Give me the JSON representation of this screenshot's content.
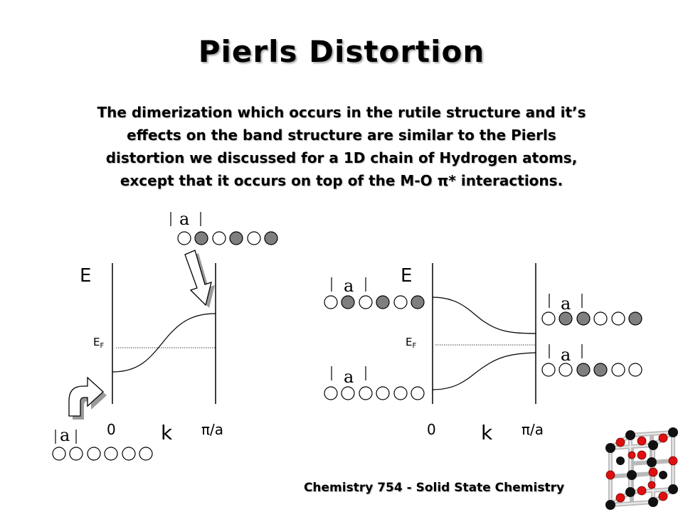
{
  "slide": {
    "title": "Pierls Distortion",
    "subtitle_lines": [
      "The dimerization which occurs in the rutile structure and it’s",
      "effects on the band structure are similar to the Pierls",
      "distortion we discussed for a 1D chain of Hydrogen atoms,",
      "except that it occurs on top of the M-O π* interactions."
    ],
    "footer": "Chemistry 754 - Solid State Chemistry"
  },
  "labels": {
    "energy": "E",
    "fermi_main": "E",
    "fermi_sub": "F",
    "k": "k",
    "k_zero": "0",
    "k_max": "π/a",
    "lattice": "a"
  },
  "colors": {
    "atom_light": "#ffffff",
    "atom_dark": "#7f7f7f",
    "line": "#000000",
    "crystal_red": "#e01010",
    "crystal_black": "#111111",
    "arrow_shadow": "#9a9a9a"
  }
}
